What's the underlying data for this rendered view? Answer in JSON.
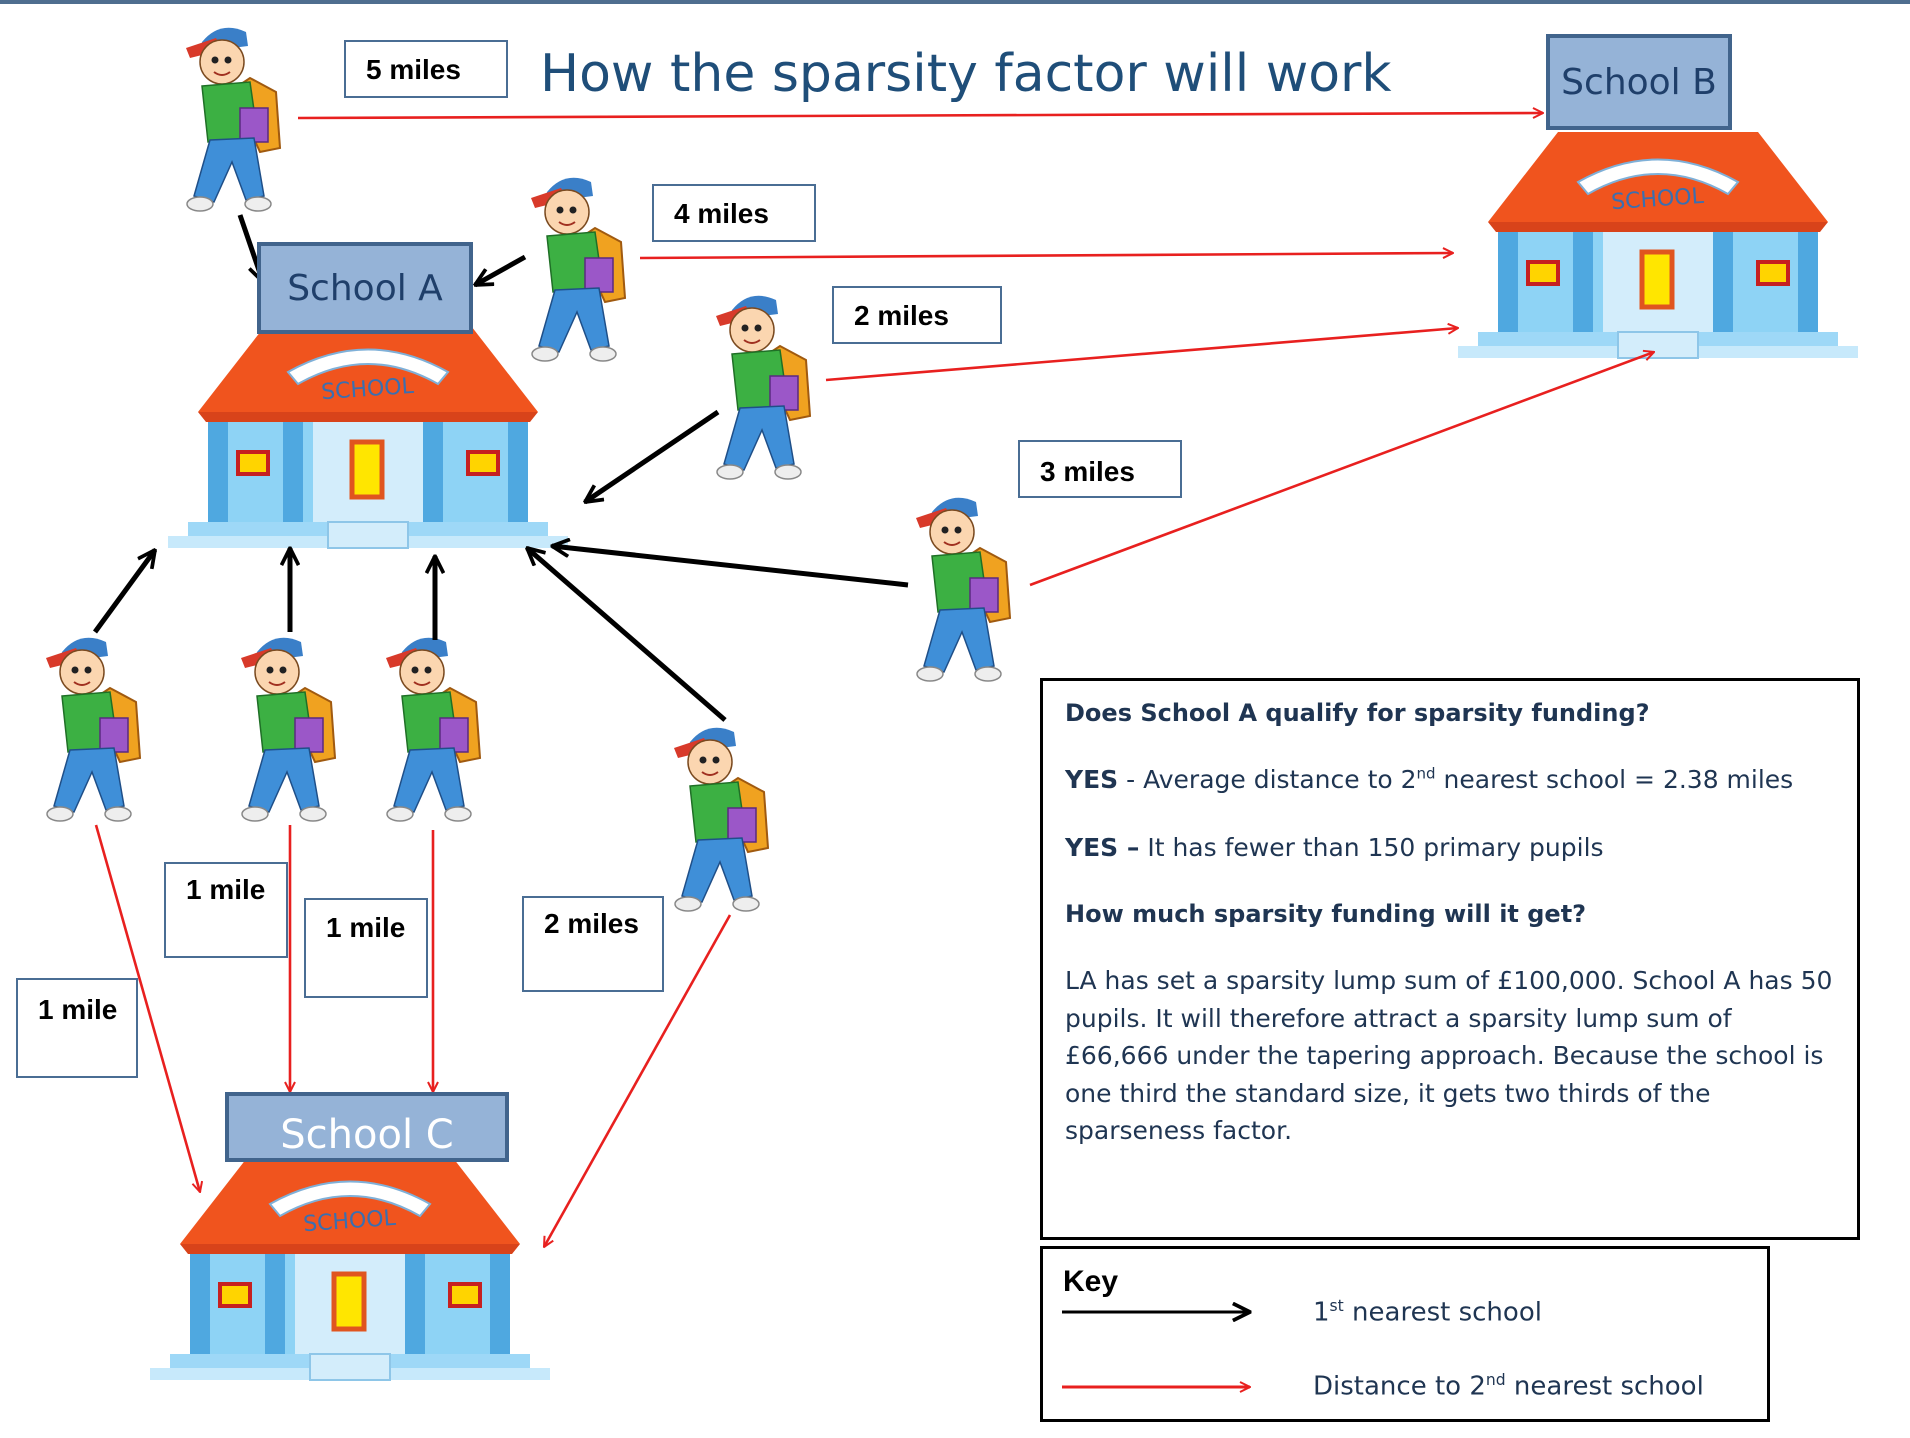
{
  "title": "How the sparsity factor will work",
  "schools": {
    "a": "School A",
    "b": "School B",
    "c": "School C",
    "building_sign": "SCHOOL"
  },
  "distances": {
    "five": "5 miles",
    "four": "4 miles",
    "two_top": "2 miles",
    "three": "3 miles",
    "one_a": "1 mile",
    "one_b": "1 mile",
    "one_c": "1 mile",
    "two_bottom": "2 miles"
  },
  "info": {
    "q1": "Does School A qualify for sparsity funding?",
    "yes1_label": "YES",
    "yes1_text": " - Average distance to 2",
    "yes1_sup": "nd",
    "yes1_rest": " nearest school = 2.38 miles",
    "yes2_label": "YES –",
    "yes2_text": " It has fewer than 150 primary pupils",
    "q2": "How much sparsity funding will it get?",
    "paragraph": "LA has set a sparsity lump sum of £100,000. School A has 50 pupils. It will therefore attract a sparsity lump sum of £66,666 under the tapering approach. Because the school is one third the standard size, it gets two thirds of the sparseness factor."
  },
  "key": {
    "title": "Key",
    "first_prefix": "1",
    "first_sup": "st",
    "first_rest": " nearest school",
    "second_prefix": "Distance to 2",
    "second_sup": "nd",
    "second_rest": " nearest school",
    "black_color": "#000000",
    "red_color": "#e8201f"
  },
  "colors": {
    "title": "#1f4e79",
    "label_fill": "#95b3d7",
    "label_border": "#41648c",
    "roof": "#f0541e",
    "wall": "#8ed3f5"
  }
}
